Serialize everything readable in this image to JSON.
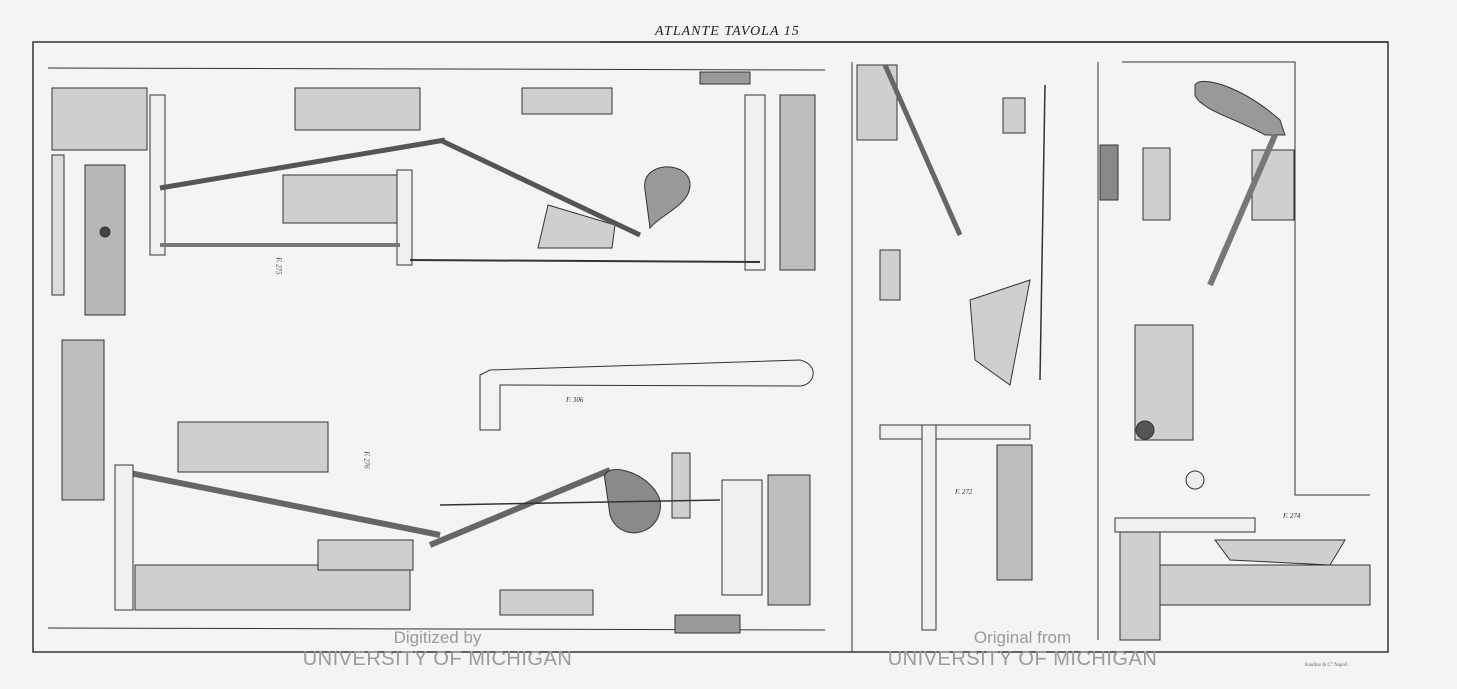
{
  "plate": {
    "title": "ATLANTE TAVOLA 15"
  },
  "figures": [
    {
      "label": "F. 275"
    },
    {
      "label": "F. 276"
    },
    {
      "label": "F. 306"
    },
    {
      "label": "F. 272"
    },
    {
      "label": "F. 274"
    }
  ],
  "printer_credit": "Kaulbar & C° Napoli",
  "watermark": {
    "left_line1": "Digitized by",
    "left_line2": "UNIVERSITY OF MICHIGAN",
    "right_line1": "Original from",
    "right_line2": "UNIVERSITY OF MICHIGAN"
  },
  "colors": {
    "paper": "#f4f4f4",
    "ink": "#333333",
    "shade": "#c8c8c8",
    "watermark": "#9a9a9a"
  }
}
